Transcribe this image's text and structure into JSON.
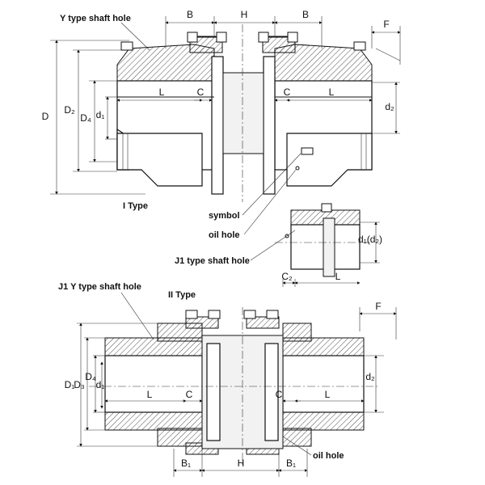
{
  "labels": {
    "y_type_shaft_hole": "Y type shaft hole",
    "type_1": "I Type",
    "symbol": "symbol",
    "oil_hole_top": "oil hole",
    "j1_type_shaft_hole": "J1 type shaft hole",
    "j1_y_type_shaft_hole": "J1 Y type shaft hole",
    "type_2": "II Type",
    "oil_hole_bottom": "oil hole"
  },
  "top_dims": {
    "B_left": "B",
    "H": "H",
    "B_right": "B",
    "F": "F",
    "D": "D",
    "D2": "D₂",
    "D4": "D₄",
    "d1": "d₁",
    "L_left": "L",
    "C_left": "C",
    "C_right": "C",
    "L_right": "L",
    "d2": "d₂"
  },
  "detail_dims": {
    "d1_d2": "d₁(d₂)",
    "C2": "C₂",
    "L": "L"
  },
  "bottom_dims": {
    "F": "F",
    "D1": "D₁",
    "D3": "D₃",
    "D4": "D₄",
    "d1": "d₁",
    "L_left": "L",
    "C_left": "C",
    "C_right": "C",
    "L_right": "L",
    "d2": "d₂",
    "B1_left": "B₁",
    "H": "H",
    "B1_right": "B₁"
  }
}
